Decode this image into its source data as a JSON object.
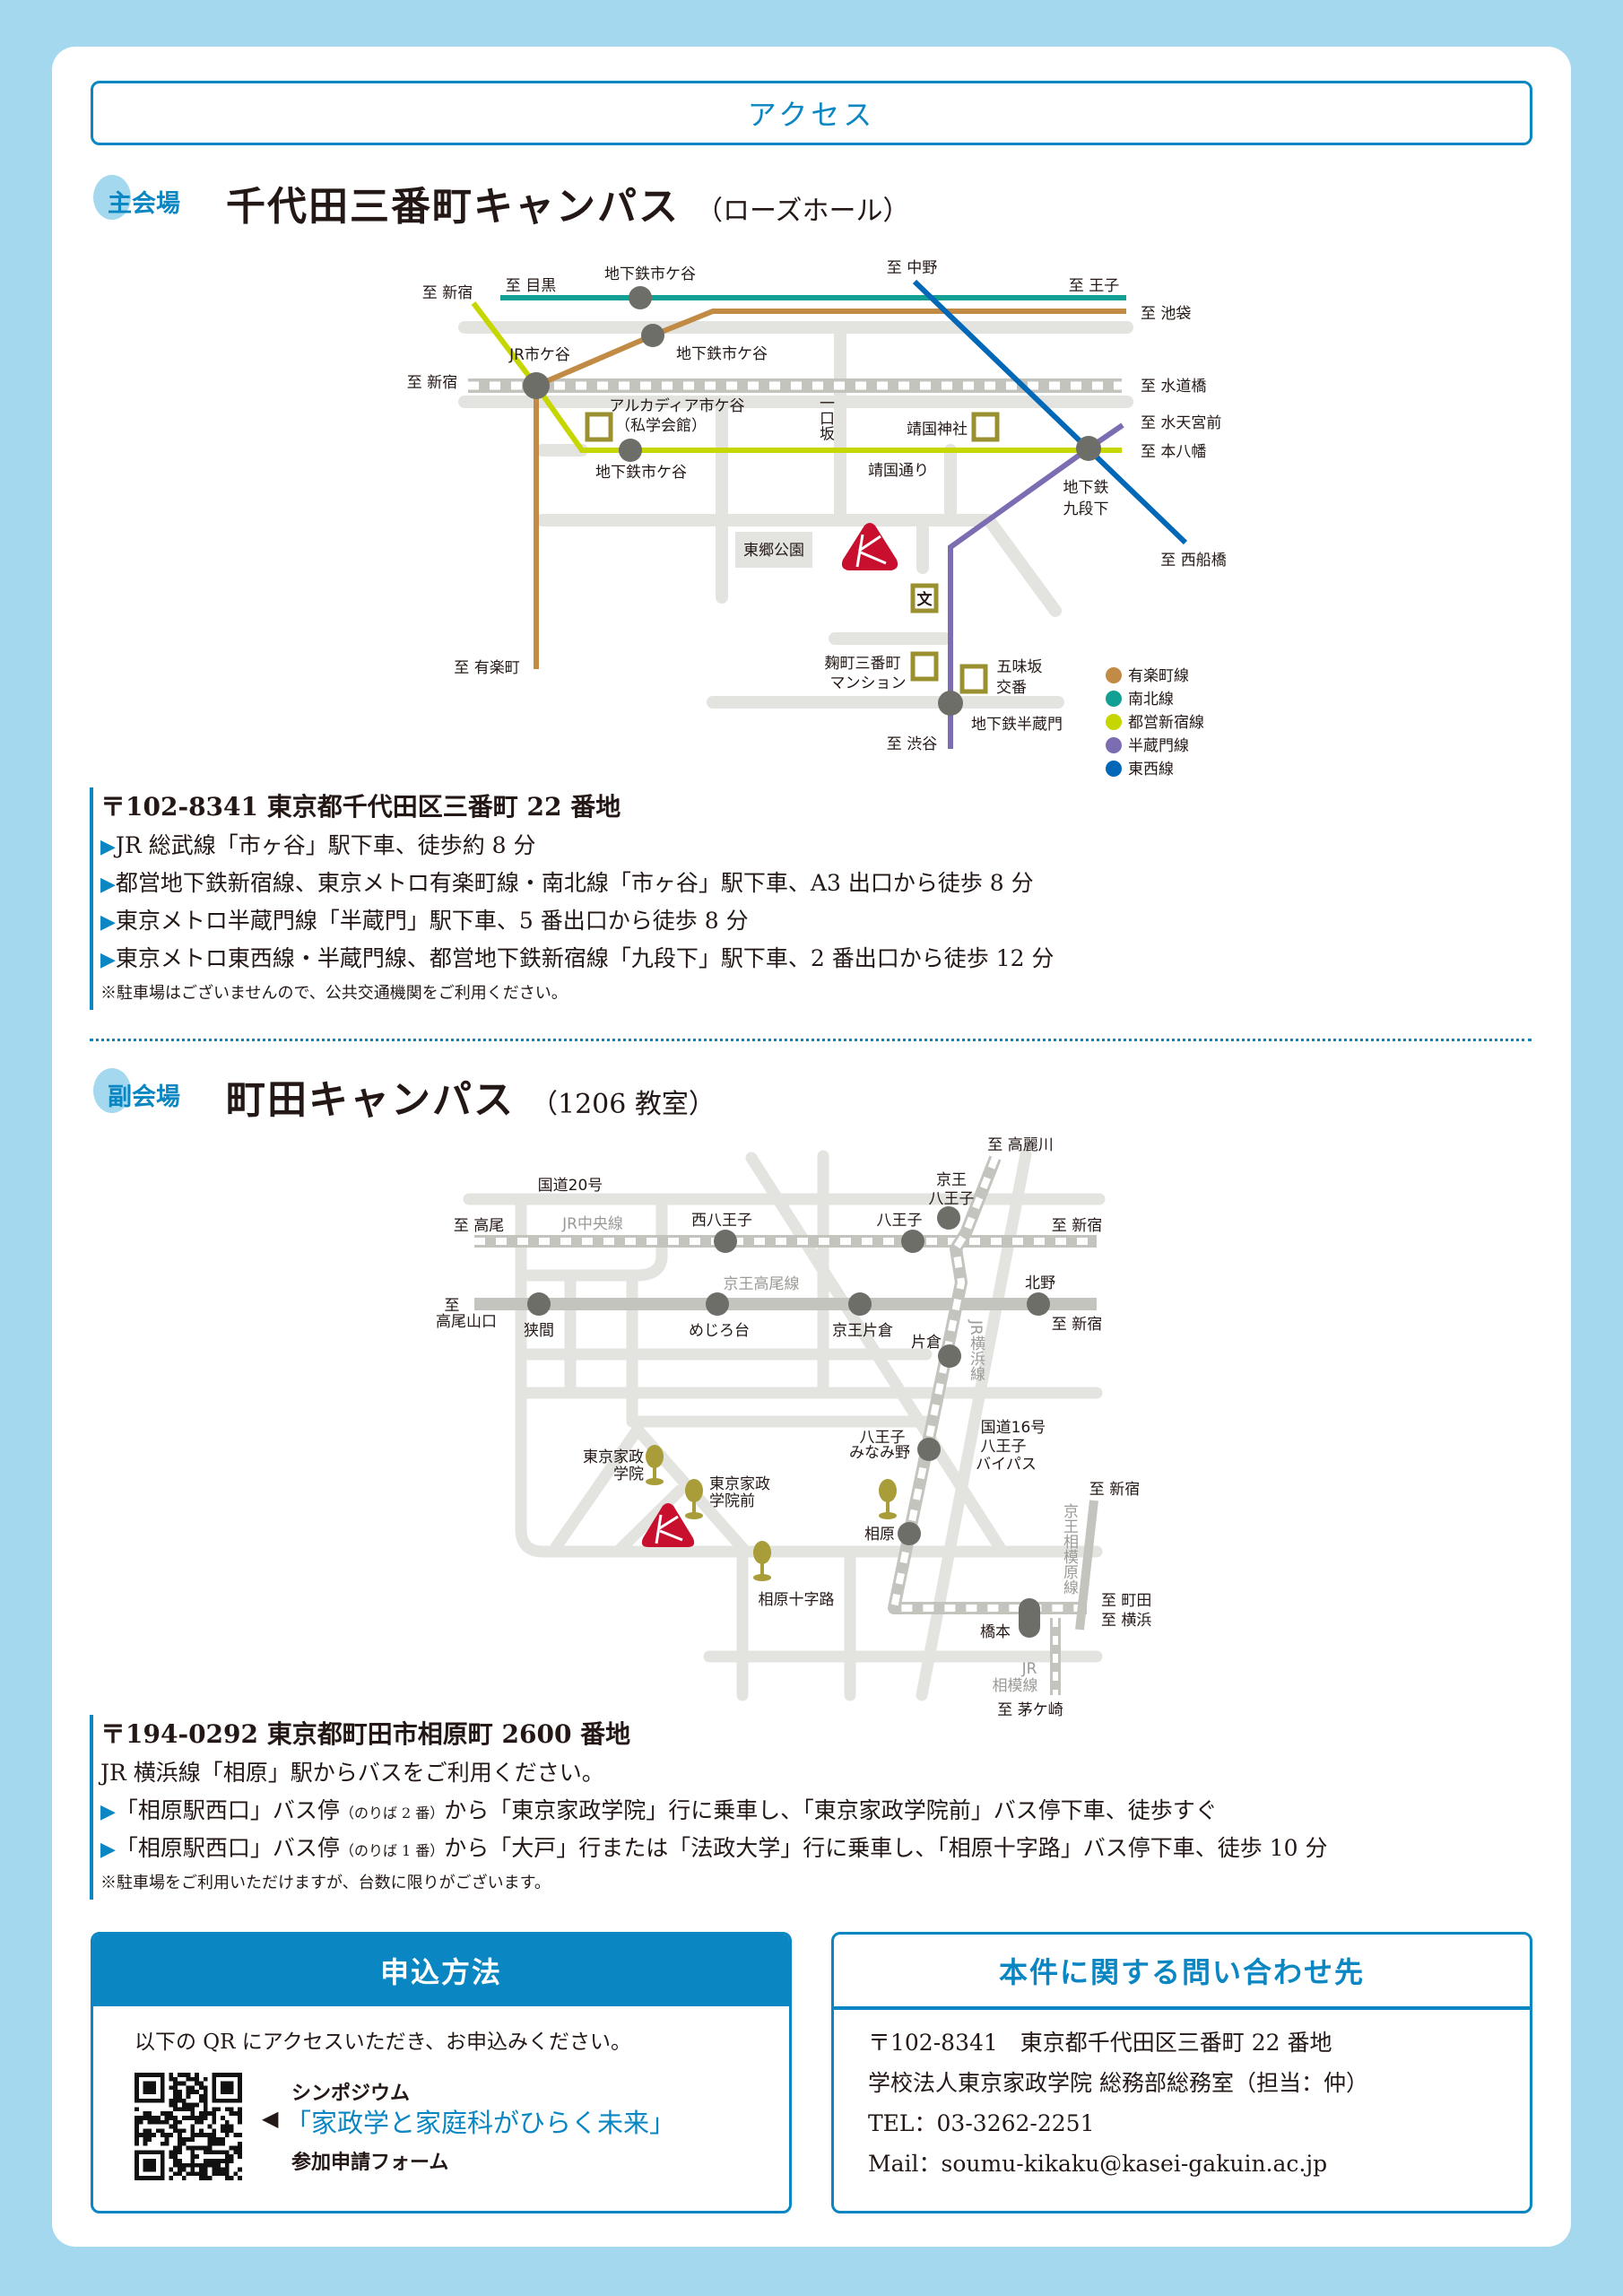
{
  "header": {
    "title": "アクセス"
  },
  "main_venue": {
    "badge": "主会場",
    "name": "千代田三番町キャンパス",
    "sub": "（ローズホール）",
    "address": "〒102-8341 東京都千代田区三番町 22 番地",
    "routes": [
      "JR 総武線「市ヶ谷」駅下車、徒歩約 8 分",
      "都営地下鉄新宿線、東京メトロ有楽町線・南北線「市ヶ谷」駅下車、A3 出口から徒歩 8 分",
      "東京メトロ半蔵門線「半蔵門」駅下車、5 番出口から徒歩 8 分",
      "東京メトロ東西線・半蔵門線、都営地下鉄新宿線「九段下」駅下車、2 番出口から徒歩 12 分"
    ],
    "note": "※駐車場はございませんので、公共交通機関をご利用ください。"
  },
  "map1": {
    "labels": {
      "to_shinjuku_top": "至 新宿",
      "to_meguro": "至 目黒",
      "ichigaya_nb": "地下鉄市ケ谷",
      "to_nakano": "至 中野",
      "to_oji": "至 王子",
      "to_ikebukuro": "至 池袋",
      "jr_ichigaya": "JR市ケ谷",
      "ichigaya_yu": "地下鉄市ケ谷",
      "to_shinjuku_jr": "至 新宿",
      "to_suidobashi": "至 水道橋",
      "arcadia": "アルカディア市ケ谷",
      "shigaku": "（私学会館）",
      "hitokuchizaka": "一口坂",
      "yasukuni_jinja": "靖国神社",
      "to_suitengumae": "至 水天宮前",
      "to_motoyawata": "至 本八幡",
      "ichigaya_sj": "地下鉄市ケ谷",
      "yasukuni_dori": "靖国通り",
      "kudan_1": "地下鉄",
      "kudan_2": "九段下",
      "togo_park": "東郷公園",
      "to_nishifunabashi": "至 西船橋",
      "bun": "文",
      "kojimachi_1": "麹町三番町",
      "kojimachi_2": "マンション",
      "gomizaka_1": "五味坂",
      "gomizaka_2": "交番",
      "hanzomon": "地下鉄半蔵門",
      "to_shibuya": "至 渋谷",
      "to_yurakucho": "至 有楽町"
    },
    "legend": [
      {
        "label": "有楽町線",
        "color": "#c28b45"
      },
      {
        "label": "南北線",
        "color": "#12a095"
      },
      {
        "label": "都営新宿線",
        "color": "#c5d600"
      },
      {
        "label": "半蔵門線",
        "color": "#7c6db3"
      },
      {
        "label": "東西線",
        "color": "#0068b7"
      }
    ]
  },
  "sub_venue": {
    "badge": "副会場",
    "name": "町田キャンパス",
    "sub": "（1206 教室）",
    "address": "〒194-0292 東京都町田市相原町 2600 番地",
    "intro": "JR 横浜線「相原」駅からバスをご利用ください。",
    "routes": [
      {
        "a": "「相原駅西口」バス停",
        "b": "（のりば 2 番）",
        "c": "から「東京家政学院」行に乗車し、「東京家政学院前」バス停下車、徒歩すぐ"
      },
      {
        "a": "「相原駅西口」バス停",
        "b": "（のりば 1 番）",
        "c": "から「大戸」行または「法政大学」行に乗車し、「相原十字路」バス停下車、徒歩 10 分"
      }
    ],
    "note": "※駐車場をご利用いただけますが、台数に限りがございます。"
  },
  "map2": {
    "labels": {
      "to_komagawa": "至 高麗川",
      "route20": "国道20号",
      "keio_1": "京王",
      "keio_2": "八王子",
      "to_takao": "至 高尾",
      "jr_chuo": "JR中央線",
      "nishihachioji": "西八王子",
      "hachioji": "八王子",
      "to_shinjuku_1": "至 新宿",
      "keio_takao": "京王高尾線",
      "kitano": "北野",
      "to_1": "至",
      "takaosanguchi": "高尾山口",
      "hazama": "狭間",
      "mejirodai": "めじろ台",
      "keio_katakura": "京王片倉",
      "katakura": "片倉",
      "to_shinjuku_2": "至 新宿",
      "jr_yokohama": "JR横浜線",
      "route16": "国道16号",
      "bypass_1": "八王子",
      "bypass_2": "バイパス",
      "minamino_1": "八王子",
      "minamino_2": "みなみ野",
      "kasei_1": "東京家政",
      "kasei_2": "学院",
      "kaseimae_1": "東京家政",
      "kaseimae_2": "学院前",
      "aihara": "相原",
      "to_shinjuku_3": "至 新宿",
      "keio_sagamihara": "京王相模原線",
      "aihara_jujiro": "相原十字路",
      "to_machida": "至 町田",
      "to_yokohama": "至 横浜",
      "hashimoto": "橋本",
      "jr": "JR",
      "sagami": "相模線",
      "to_chigasaki": "至 茅ケ崎"
    }
  },
  "apply": {
    "title": "申込方法",
    "instruction": "以下の QR にアクセスいただき、お申込みください。",
    "line1": "シンポジウム",
    "line2": "「家政学と家庭科がひらく未来」",
    "line3": "参加申請フォーム"
  },
  "contact": {
    "title": "本件に関する問い合わせ先",
    "address": "〒102-8341　東京都千代田区三番町 22 番地",
    "org": "学校法人東京家政学院 総務部総務室（担当：仲）",
    "tel": "TEL：03-3262-2251",
    "mail": "Mail：soumu-kikaku@kasei-gakuin.ac.jp"
  },
  "colors": {
    "accent": "#0a86c2",
    "background": "#a4d8ee",
    "logo": "#c8102e",
    "marker": "#9a9030"
  }
}
